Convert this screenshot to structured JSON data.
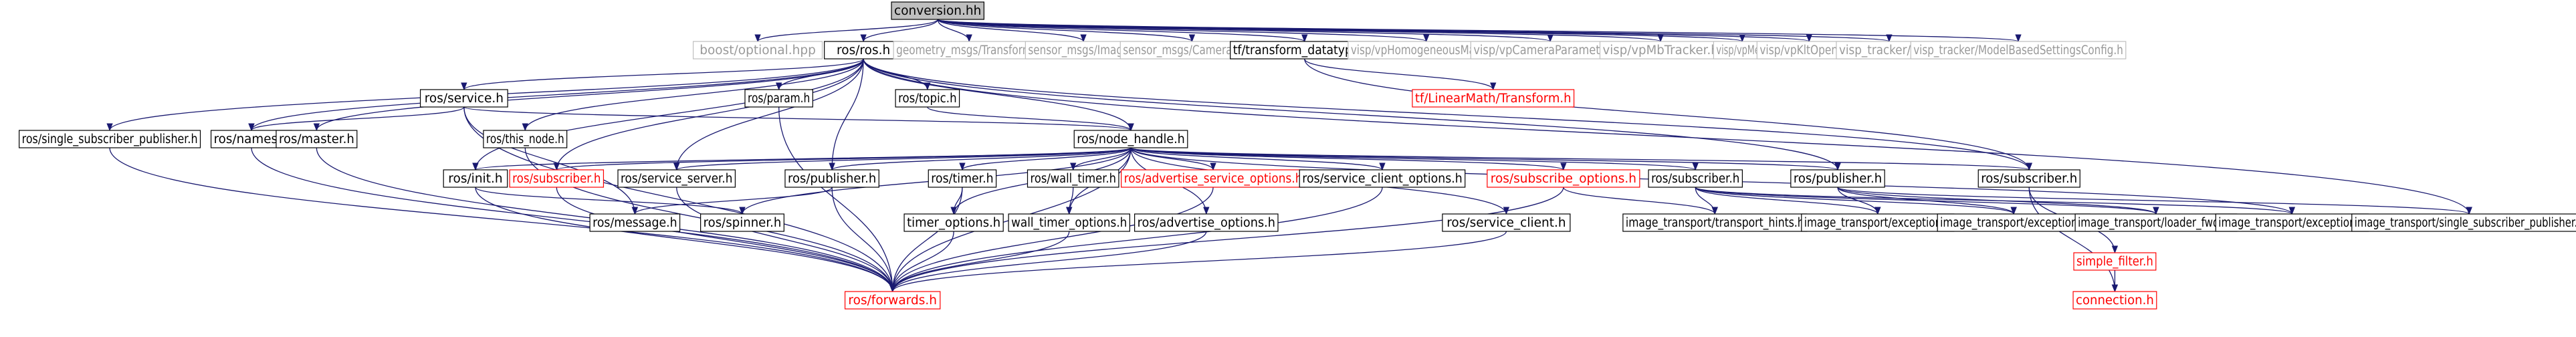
{
  "palette": {
    "edge": "#191970",
    "text": "#000000",
    "text_gray": "#999999",
    "text_red": "#ff0000",
    "fill_root": "#bfbfbf",
    "fill_default": "#ffffff",
    "border_black": "#000000",
    "border_gray": "#bfbfbf",
    "border_red": "#ff0000"
  },
  "nodes": [
    {
      "id": "conversion_hh",
      "label": "conversion.hh",
      "style": "root"
    },
    {
      "id": "boost_optional",
      "label": "boost/optional.hpp",
      "style": "gray"
    },
    {
      "id": "ros_h",
      "label": "ros/ros.h",
      "style": "black"
    },
    {
      "id": "geometry_transform",
      "label": "geometry_msgs/Transform.h",
      "style": "gray"
    },
    {
      "id": "sensor_image",
      "label": "sensor_msgs/Image.h",
      "style": "gray"
    },
    {
      "id": "sensor_camerainfo",
      "label": "sensor_msgs/CameraInfo.h",
      "style": "gray"
    },
    {
      "id": "tf_datatypes",
      "label": "tf/transform_datatypes.h",
      "style": "black"
    },
    {
      "id": "visp_homog",
      "label": "visp/vpHomogeneousMatrix.h",
      "style": "gray"
    },
    {
      "id": "visp_cam",
      "label": "visp/vpCameraParameters.h",
      "style": "gray"
    },
    {
      "id": "visp_mbt",
      "label": "visp/vpMbTracker.h",
      "style": "gray"
    },
    {
      "id": "visp_me",
      "label": "visp/vpMe.h",
      "style": "gray"
    },
    {
      "id": "visp_klt",
      "label": "visp/vpKltOpencv.h",
      "style": "gray"
    },
    {
      "id": "visp_init",
      "label": "visp_tracker/Init.h",
      "style": "gray"
    },
    {
      "id": "visp_mbsc",
      "label": "visp_tracker/ModelBasedSettingsConfig.h",
      "style": "gray"
    },
    {
      "id": "tf_linearmath",
      "label": "tf/LinearMath/Transform.h",
      "style": "red"
    },
    {
      "id": "ros_service",
      "label": "ros/service.h",
      "style": "black"
    },
    {
      "id": "ros_param",
      "label": "ros/param.h",
      "style": "black"
    },
    {
      "id": "ros_topic",
      "label": "ros/topic.h",
      "style": "black"
    },
    {
      "id": "ros_single_sub_pub",
      "label": "ros/single_subscriber_publisher.h",
      "style": "black"
    },
    {
      "id": "ros_names",
      "label": "ros/names.h",
      "style": "black"
    },
    {
      "id": "ros_master",
      "label": "ros/master.h",
      "style": "black"
    },
    {
      "id": "ros_this_node",
      "label": "ros/this_node.h",
      "style": "black"
    },
    {
      "id": "ros_node_handle",
      "label": "ros/node_handle.h",
      "style": "black"
    },
    {
      "id": "ros_subscriber_r",
      "label": "ros/subscriber.h",
      "style": "black"
    },
    {
      "id": "ros_init",
      "label": "ros/init.h",
      "style": "black"
    },
    {
      "id": "ros_subscriber_red",
      "label": "ros/subscriber.h",
      "style": "red"
    },
    {
      "id": "ros_service_server",
      "label": "ros/service_server.h",
      "style": "black"
    },
    {
      "id": "ros_publisher_a",
      "label": "ros/publisher.h",
      "style": "black"
    },
    {
      "id": "ros_timer",
      "label": "ros/timer.h",
      "style": "black"
    },
    {
      "id": "ros_wall_timer",
      "label": "ros/wall_timer.h",
      "style": "black"
    },
    {
      "id": "ros_adv_srv_opt",
      "label": "ros/advertise_service_options.h",
      "style": "red"
    },
    {
      "id": "ros_srv_client_opt",
      "label": "ros/service_client_options.h",
      "style": "black"
    },
    {
      "id": "ros_sub_opt",
      "label": "ros/subscribe_options.h",
      "style": "red"
    },
    {
      "id": "ros_subscriber_b",
      "label": "ros/subscriber.h",
      "style": "black"
    },
    {
      "id": "ros_publisher_b",
      "label": "ros/publisher.h",
      "style": "black"
    },
    {
      "id": "ros_message",
      "label": "ros/message.h",
      "style": "black"
    },
    {
      "id": "ros_spinner",
      "label": "ros/spinner.h",
      "style": "black"
    },
    {
      "id": "ros_timer_options",
      "label": "timer_options.h",
      "style": "black"
    },
    {
      "id": "ros_wall_timer_opt",
      "label": "wall_timer_options.h",
      "style": "black"
    },
    {
      "id": "ros_adv_options",
      "label": "ros/advertise_options.h",
      "style": "black"
    },
    {
      "id": "ros_service_client",
      "label": "ros/service_client.h",
      "style": "black"
    },
    {
      "id": "it_transport_hints",
      "label": "image_transport/transport_hints.h",
      "style": "black"
    },
    {
      "id": "it_exception_1",
      "label": "image_transport/exception.h",
      "style": "black"
    },
    {
      "id": "it_exception_2",
      "label": "image_transport/exception.h",
      "style": "black"
    },
    {
      "id": "it_loader_fwds",
      "label": "image_transport/loader_fwds.h",
      "style": "black"
    },
    {
      "id": "it_exception_3",
      "label": "image_transport/exception.h",
      "style": "black"
    },
    {
      "id": "it_single_sub_pub",
      "label": "image_transport/single_subscriber_publisher.h",
      "style": "black"
    },
    {
      "id": "simple_filter",
      "label": "simple_filter.h",
      "style": "red"
    },
    {
      "id": "connection",
      "label": "connection.h",
      "style": "red"
    },
    {
      "id": "ros_forwards",
      "label": "ros/forwards.h",
      "style": "red"
    }
  ],
  "edges": [
    [
      "conversion_hh",
      "boost_optional"
    ],
    [
      "conversion_hh",
      "ros_h"
    ],
    [
      "conversion_hh",
      "geometry_transform"
    ],
    [
      "conversion_hh",
      "sensor_image"
    ],
    [
      "conversion_hh",
      "sensor_camerainfo"
    ],
    [
      "conversion_hh",
      "tf_datatypes"
    ],
    [
      "conversion_hh",
      "visp_homog"
    ],
    [
      "conversion_hh",
      "visp_cam"
    ],
    [
      "conversion_hh",
      "visp_mbt"
    ],
    [
      "conversion_hh",
      "visp_me"
    ],
    [
      "conversion_hh",
      "visp_klt"
    ],
    [
      "conversion_hh",
      "visp_init"
    ],
    [
      "conversion_hh",
      "visp_mbsc"
    ],
    [
      "tf_datatypes",
      "tf_linearmath"
    ],
    [
      "tf_datatypes",
      "ros_subscriber_r"
    ],
    [
      "ros_h",
      "ros_service"
    ],
    [
      "ros_h",
      "ros_param"
    ],
    [
      "ros_h",
      "ros_topic"
    ],
    [
      "ros_h",
      "ros_single_sub_pub"
    ],
    [
      "ros_h",
      "ros_names"
    ],
    [
      "ros_h",
      "ros_master"
    ],
    [
      "ros_h",
      "ros_this_node"
    ],
    [
      "ros_h",
      "ros_node_handle"
    ],
    [
      "ros_h",
      "ros_init"
    ],
    [
      "ros_h",
      "ros_subscriber_red"
    ],
    [
      "ros_h",
      "ros_service_server"
    ],
    [
      "ros_h",
      "ros_publisher_a"
    ],
    [
      "ros_h",
      "ros_publisher_b"
    ],
    [
      "ros_h",
      "ros_subscriber_r"
    ],
    [
      "ros_h",
      "it_single_sub_pub"
    ],
    [
      "ros_service",
      "ros_names"
    ],
    [
      "ros_service",
      "ros_node_handle"
    ],
    [
      "ros_service",
      "ros_forwards"
    ],
    [
      "ros_service",
      "ros_message"
    ],
    [
      "ros_param",
      "ros_forwards"
    ],
    [
      "ros_topic",
      "ros_node_handle"
    ],
    [
      "ros_single_sub_pub",
      "ros_forwards"
    ],
    [
      "ros_names",
      "ros_forwards"
    ],
    [
      "ros_master",
      "ros_forwards"
    ],
    [
      "ros_this_node",
      "ros_forwards"
    ],
    [
      "ros_node_handle",
      "ros_init"
    ],
    [
      "ros_node_handle",
      "ros_subscriber_red"
    ],
    [
      "ros_node_handle",
      "ros_service_server"
    ],
    [
      "ros_node_handle",
      "ros_publisher_a"
    ],
    [
      "ros_node_handle",
      "ros_timer"
    ],
    [
      "ros_node_handle",
      "ros_wall_timer"
    ],
    [
      "ros_node_handle",
      "ros_adv_srv_opt"
    ],
    [
      "ros_node_handle",
      "ros_srv_client_opt"
    ],
    [
      "ros_node_handle",
      "ros_sub_opt"
    ],
    [
      "ros_node_handle",
      "ros_subscriber_b"
    ],
    [
      "ros_node_handle",
      "ros_publisher_b"
    ],
    [
      "ros_node_handle",
      "ros_spinner"
    ],
    [
      "ros_node_handle",
      "ros_timer_options"
    ],
    [
      "ros_node_handle",
      "ros_wall_timer_opt"
    ],
    [
      "ros_node_handle",
      "ros_adv_options"
    ],
    [
      "ros_node_handle",
      "ros_service_client"
    ],
    [
      "ros_node_handle",
      "ros_forwards"
    ],
    [
      "ros_node_handle",
      "ros_subscriber_r"
    ],
    [
      "ros_node_handle",
      "it_exception_3"
    ],
    [
      "ros_init",
      "ros_forwards"
    ],
    [
      "ros_init",
      "ros_spinner"
    ],
    [
      "ros_subscriber_red",
      "ros_forwards"
    ],
    [
      "ros_service_server",
      "ros_forwards"
    ],
    [
      "ros_publisher_a",
      "ros_message"
    ],
    [
      "ros_publisher_a",
      "ros_forwards"
    ],
    [
      "ros_timer",
      "ros_forwards"
    ],
    [
      "ros_timer",
      "ros_timer_options"
    ],
    [
      "ros_wall_timer",
      "ros_wall_timer_opt"
    ],
    [
      "ros_adv_srv_opt",
      "ros_forwards"
    ],
    [
      "ros_srv_client_opt",
      "ros_forwards"
    ],
    [
      "ros_sub_opt",
      "ros_forwards"
    ],
    [
      "ros_sub_opt",
      "it_transport_hints"
    ],
    [
      "ros_subscriber_b",
      "it_transport_hints"
    ],
    [
      "ros_subscriber_b",
      "it_exception_1"
    ],
    [
      "ros_subscriber_b",
      "it_exception_2"
    ],
    [
      "ros_subscriber_b",
      "it_loader_fwds"
    ],
    [
      "ros_subscriber_b",
      "it_exception_3"
    ],
    [
      "ros_publisher_b",
      "it_exception_1"
    ],
    [
      "ros_publisher_b",
      "it_exception_2"
    ],
    [
      "ros_publisher_b",
      "it_loader_fwds"
    ],
    [
      "ros_publisher_b",
      "it_single_sub_pub"
    ],
    [
      "ros_timer_options",
      "ros_forwards"
    ],
    [
      "ros_wall_timer_opt",
      "ros_forwards"
    ],
    [
      "ros_adv_options",
      "ros_forwards"
    ],
    [
      "ros_service_client",
      "ros_forwards"
    ],
    [
      "ros_subscriber_r",
      "simple_filter"
    ],
    [
      "ros_subscriber_r",
      "connection"
    ],
    [
      "simple_filter",
      "connection"
    ]
  ]
}
